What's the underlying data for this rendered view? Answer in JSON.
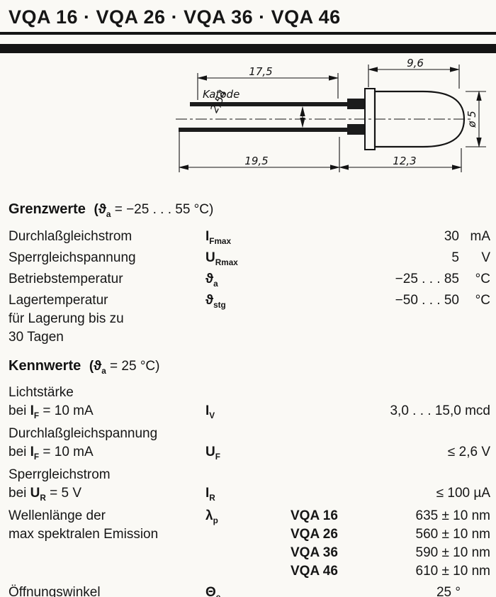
{
  "ink": "#141414",
  "paper": "#faf9f5",
  "title": "VQA 16 · VQA 26 · VQA 36 · VQA 46",
  "drawing": {
    "katode_label": "Katode",
    "dim_17_5": "17,5",
    "dim_9_6": "9,6",
    "dim_2_54": "2,54",
    "dim_19_5": "19,5",
    "dim_12_3": "12,3",
    "dim_dia": "ø 5"
  },
  "grenzwerte": {
    "heading": "Grenzwerte",
    "cond_pre": "(ϑ",
    "cond_sub": "a",
    "cond_post": " = −25 . . . 55 °C)",
    "rows": [
      {
        "label": "Durchlaßgleichstrom",
        "sym": "I",
        "sub": "Fmax",
        "value": "30",
        "unit": "mA"
      },
      {
        "label": "Sperrgleichspannung",
        "sym": "U",
        "sub": "Rmax",
        "value": "5",
        "unit": "V"
      },
      {
        "label": "Betriebstemperatur",
        "sym": "ϑ",
        "sub": "a",
        "value": "−25 . . . 85",
        "unit": "°C"
      },
      {
        "label": "Lagertemperatur",
        "label2": "für Lagerung bis zu",
        "label3": "30 Tagen",
        "sym": "ϑ",
        "sub": "stg",
        "value": "−50 . . . 50",
        "unit": "°C"
      }
    ]
  },
  "kennwerte": {
    "heading": "Kennwerte",
    "cond_pre": "(ϑ",
    "cond_sub": "a",
    "cond_post": " = 25 °C)",
    "rows": [
      {
        "line1": "Lichtstärke",
        "l2_pre": "bei ",
        "l2_sym": "I",
        "l2_sub": "F",
        "l2_post": " = 10 mA",
        "sym": "I",
        "sub": "V",
        "value": "3,0 . . . 15,0 mcd"
      },
      {
        "line1": "Durchlaßgleichspannung",
        "l2_pre": "bei ",
        "l2_sym": "I",
        "l2_sub": "F",
        "l2_post": " = 10 mA",
        "sym": "U",
        "sub": "F",
        "value": "≤ 2,6 V"
      },
      {
        "line1": "Sperrgleichstrom",
        "l2_pre": "bei ",
        "l2_sym": "U",
        "l2_sub": "R",
        "l2_post": " = 5 V",
        "sym": "I",
        "sub": "R",
        "value": "≤ 100 µA"
      },
      {
        "line1": "Wellenlänge der",
        "line2": "max spektralen Emission",
        "sym": "λ",
        "sub": "p",
        "variants": [
          {
            "name": "VQA 16",
            "value": "635 ± 10 nm"
          },
          {
            "name": "VQA 26",
            "value": "560 ± 10 nm"
          },
          {
            "name": "VQA 36",
            "value": "590 ± 10 nm"
          },
          {
            "name": "VQA 46",
            "value": "610 ± 10 nm"
          }
        ]
      },
      {
        "line1": "Öffnungswinkel",
        "sym": "Θ",
        "sub": "e",
        "value": "25 °"
      }
    ]
  }
}
